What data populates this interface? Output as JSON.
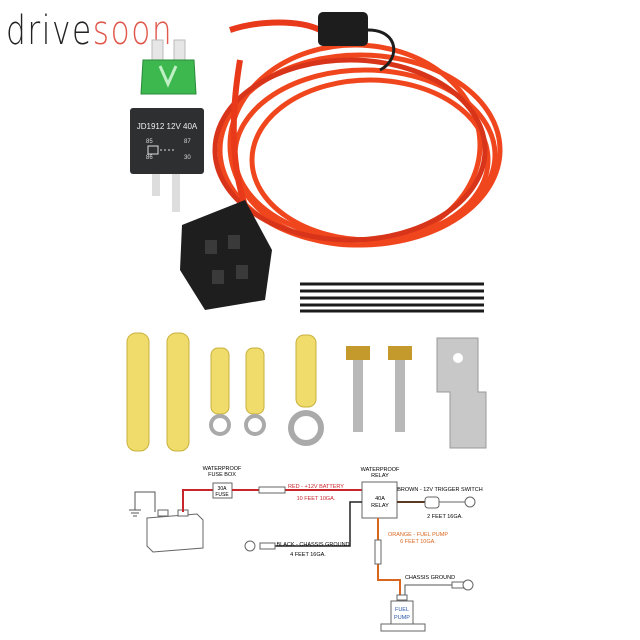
{
  "brand": {
    "part1": "drive",
    "part2": "soon",
    "color_dark": "#222222",
    "color_accent": "#e0574b"
  },
  "relay_label": {
    "model": "JD1912 12V 40A",
    "pin85": "85",
    "pin86": "86",
    "pin87": "87",
    "pin30": "30"
  },
  "diagram": {
    "fuse_box_title_1": "WATERPROOF",
    "fuse_box_title_2": "FUSE BOX",
    "fuse_1": "30A",
    "fuse_2": "FUSE",
    "red_wire_label": "RED - +12V BATTERY",
    "red_wire_spec": "10 FEET 10GA.",
    "relay_title_1": "WATERPROOF",
    "relay_title_2": "RELAY",
    "relay_1": "40A",
    "relay_2": "RELAY",
    "brown_wire_label": "BROWN - 12V TRIGGER SWITCH",
    "brown_wire_spec": "2 FEET 16GA.",
    "black_wire_label": "BLACK - CHASSIS GROUND",
    "black_wire_spec": "4 FEET 16GA.",
    "orange_wire_label": "ORANGE - FUEL PUMP",
    "orange_wire_spec": "6 FEET 10GA.",
    "chassis_ground": "CHASSIS GROUND",
    "pump_1": "FUEL",
    "pump_2": "PUMP",
    "colors": {
      "red": "#c8262c",
      "brown": "#5a3a22",
      "orange": "#d9661f",
      "black": "#222222",
      "pump_text": "#2a56a8"
    }
  }
}
